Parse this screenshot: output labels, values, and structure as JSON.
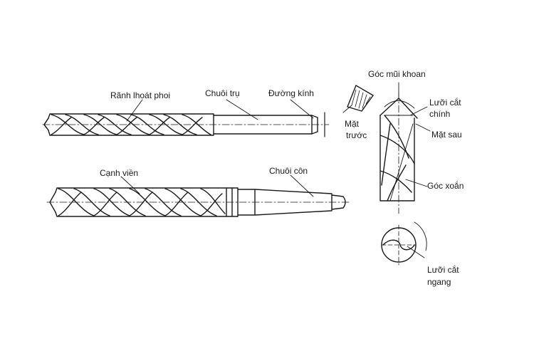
{
  "labels": {
    "flute": "Rãnh lhoát phoi",
    "straight_shank": "Chuôi trụ",
    "diameter": "Đường kính",
    "margin": "Cạnh viền",
    "taper_shank": "Chuôi côn",
    "point_angle": "Góc mũi khoan",
    "main_cutting_edge_1": "Lưỡi cắt",
    "main_cutting_edge_2": "chính",
    "rake_face_1": "Mặt",
    "rake_face_2": "trước",
    "flank_face": "Mặt sau",
    "helix_angle": "Góc xoắn",
    "chisel_edge_1": "Lưỡi cắt",
    "chisel_edge_2": "ngang"
  },
  "colors": {
    "ink": "#1a1a1a",
    "background": "#ffffff"
  }
}
